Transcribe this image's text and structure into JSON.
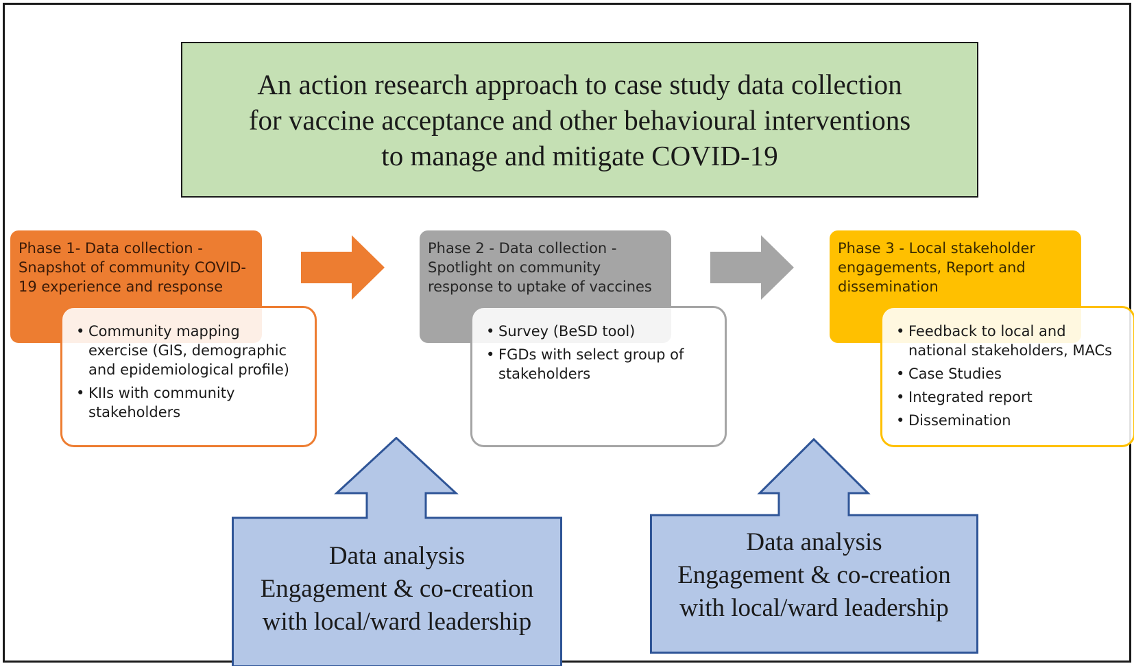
{
  "title": "An action research approach to case study data collection\nfor vaccine acceptance and other behavioural interventions\nto manage and mitigate  COVID-19",
  "phases": [
    {
      "heading": "Phase 1- Data collection -\nSnapshot of community COVID-\n19 experience and response",
      "color": "#ed7d31",
      "items": [
        "Community mapping exercise (GIS, demographic and epidemiological profile)",
        "KIIs with community stakeholders"
      ]
    },
    {
      "heading": "Phase 2 - Data collection -\nSpotlight on community\nresponse to uptake of vaccines",
      "color": "#a5a5a5",
      "items": [
        "Survey (BeSD tool)",
        "FGDs with select group of stakeholders"
      ]
    },
    {
      "heading": "Phase 3 - Local stakeholder\nengagements, Report and\ndissemination",
      "color": "#ffc000",
      "items": [
        "Feedback to local and national stakeholders, MACs",
        "Case Studies",
        "Integrated report",
        "Dissemination"
      ]
    }
  ],
  "analysis_boxes": [
    {
      "text": "Data analysis\nEngagement & co-creation\nwith local/ward leadership",
      "color": "#b4c7e7",
      "border": "#2f5597"
    },
    {
      "text": "Data analysis\nEngagement & co-creation\nwith local/ward leadership",
      "color": "#b4c7e7",
      "border": "#2f5597"
    }
  ]
}
